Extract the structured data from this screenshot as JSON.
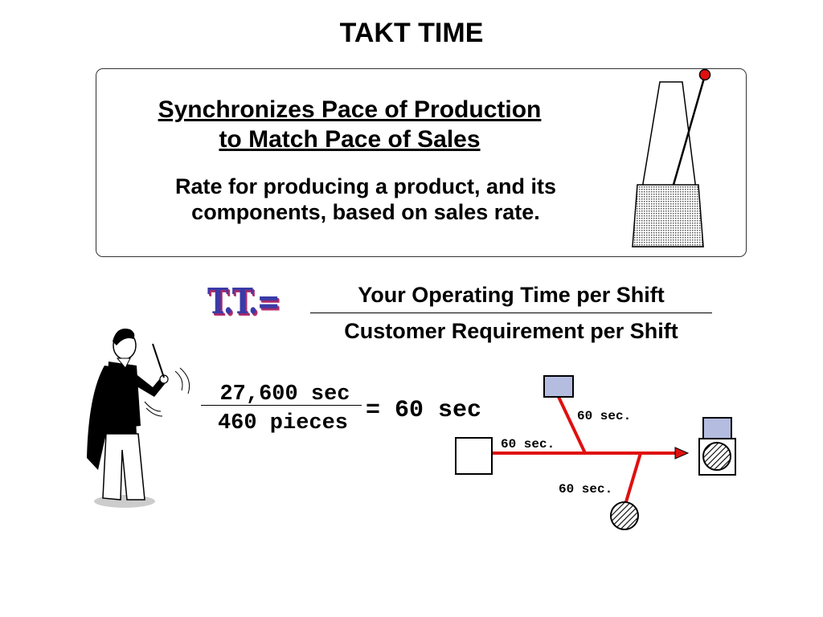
{
  "title": "TAKT TIME",
  "definition_box": {
    "subtitle_line1": "Synchronizes Pace of Production",
    "subtitle_line2": "to Match Pace of Sales",
    "description_line1": "Rate for producing a product, and its",
    "description_line2": "components, based on sales rate."
  },
  "formula": {
    "symbol": "T.T.=",
    "numerator": "Your Operating Time per Shift",
    "denominator": "Customer Requirement per Shift"
  },
  "calculation": {
    "numerator": "27,600 sec",
    "denominator": "460 pieces",
    "result": "= 60 sec"
  },
  "flow_diagram": {
    "label_top": "60 sec.",
    "label_left": "60 sec.",
    "label_bottom": "60 sec.",
    "colors": {
      "line": "#e01010",
      "component_fill": "#b4bde0"
    }
  },
  "icons": [
    "metronome-icon",
    "conductor-figure",
    "process-flow-diagram"
  ]
}
